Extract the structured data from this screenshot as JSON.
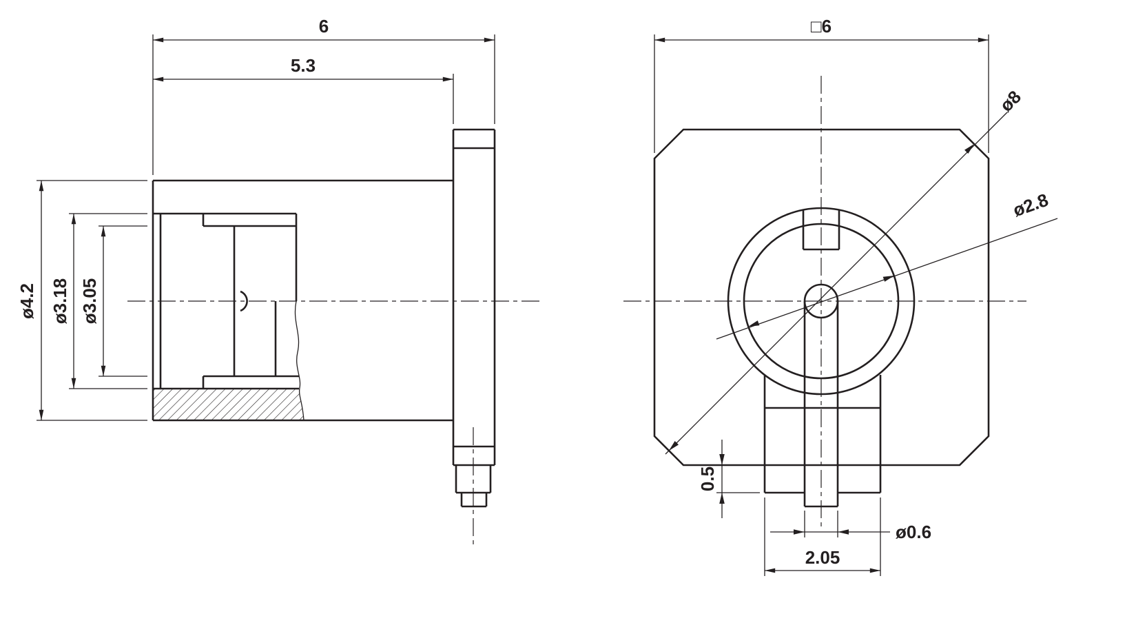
{
  "drawing": {
    "background": "#ffffff",
    "line_color": "#231f20",
    "views": [
      {
        "id": "side-section-view"
      },
      {
        "id": "front-view"
      }
    ]
  },
  "side_view": {
    "dim_overall_length": "6",
    "dim_body_length": "5.3",
    "dim_outer_diameter": "ø4.2",
    "dim_bore_diameter": "ø3.18",
    "dim_inner_bore_diameter": "ø3.05"
  },
  "front_view": {
    "dim_square_size": "□6",
    "dim_corner_diameter": "ø8",
    "dim_circle_diameter": "ø2.8",
    "dim_tab_offset": "0.5",
    "dim_pin_diameter": "ø0.6",
    "dim_tab_width": "2.05"
  }
}
